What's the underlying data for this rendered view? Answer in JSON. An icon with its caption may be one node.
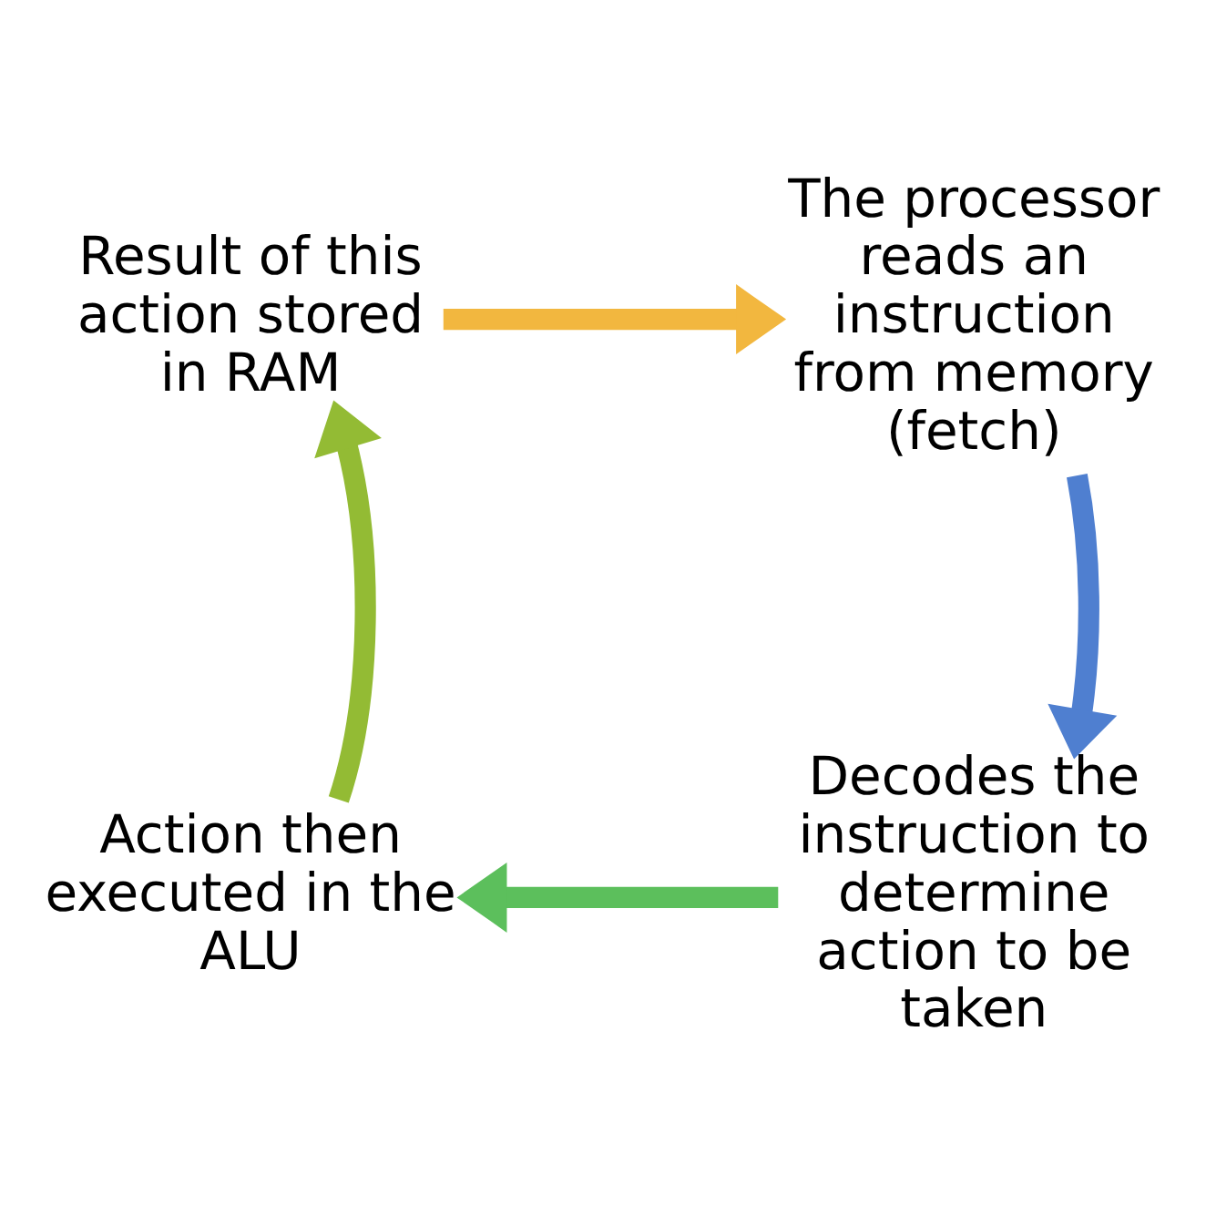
{
  "diagram": {
    "nodes": [
      {
        "text": [
          "Result of this action stored in RAM"
        ]
      },
      {
        "text": [
          "The processor reads an instruction from memory (fetch)"
        ]
      },
      {
        "text": [
          "Decodes the instruction to determine action to be taken"
        ]
      },
      {
        "text": [
          "Action then executed in the ALU"
        ]
      }
    ],
    "edges": [
      {
        "from": 0,
        "to": 1,
        "arrow": "to",
        "color": "#f2b73f"
      },
      {
        "from": 1,
        "to": 2,
        "arrow": "to",
        "color": "#4f7fd0"
      },
      {
        "from": 2,
        "to": 3,
        "arrow": "to",
        "color": "#5cbf5c"
      },
      {
        "from": 3,
        "to": 0,
        "arrow": "to",
        "color": "#93bb34"
      }
    ]
  }
}
